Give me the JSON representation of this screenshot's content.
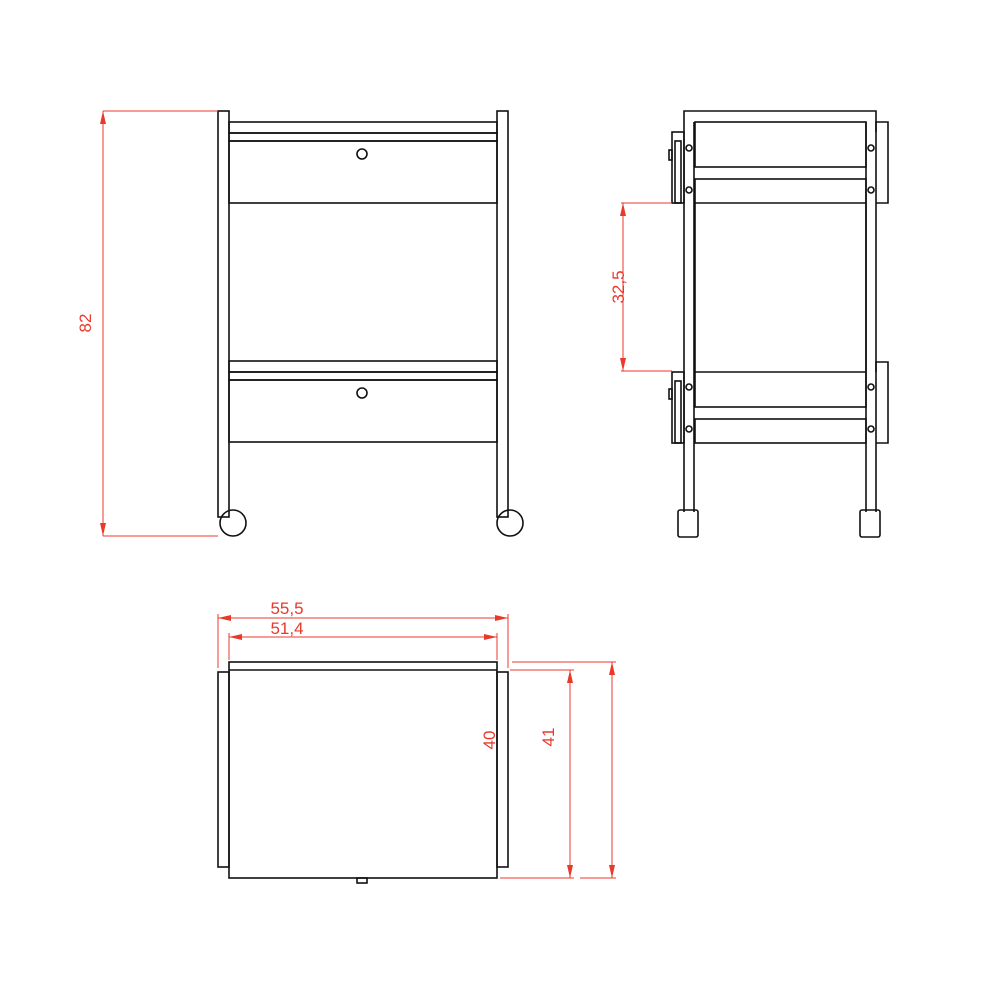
{
  "dimensions": {
    "total_height": "82",
    "shelf_spacing": "32,5",
    "outer_width": "55,5",
    "inner_width": "51,4",
    "inner_depth": "40",
    "outer_depth": "41"
  },
  "colors": {
    "line": "#111111",
    "dimension": "#e8392b"
  }
}
